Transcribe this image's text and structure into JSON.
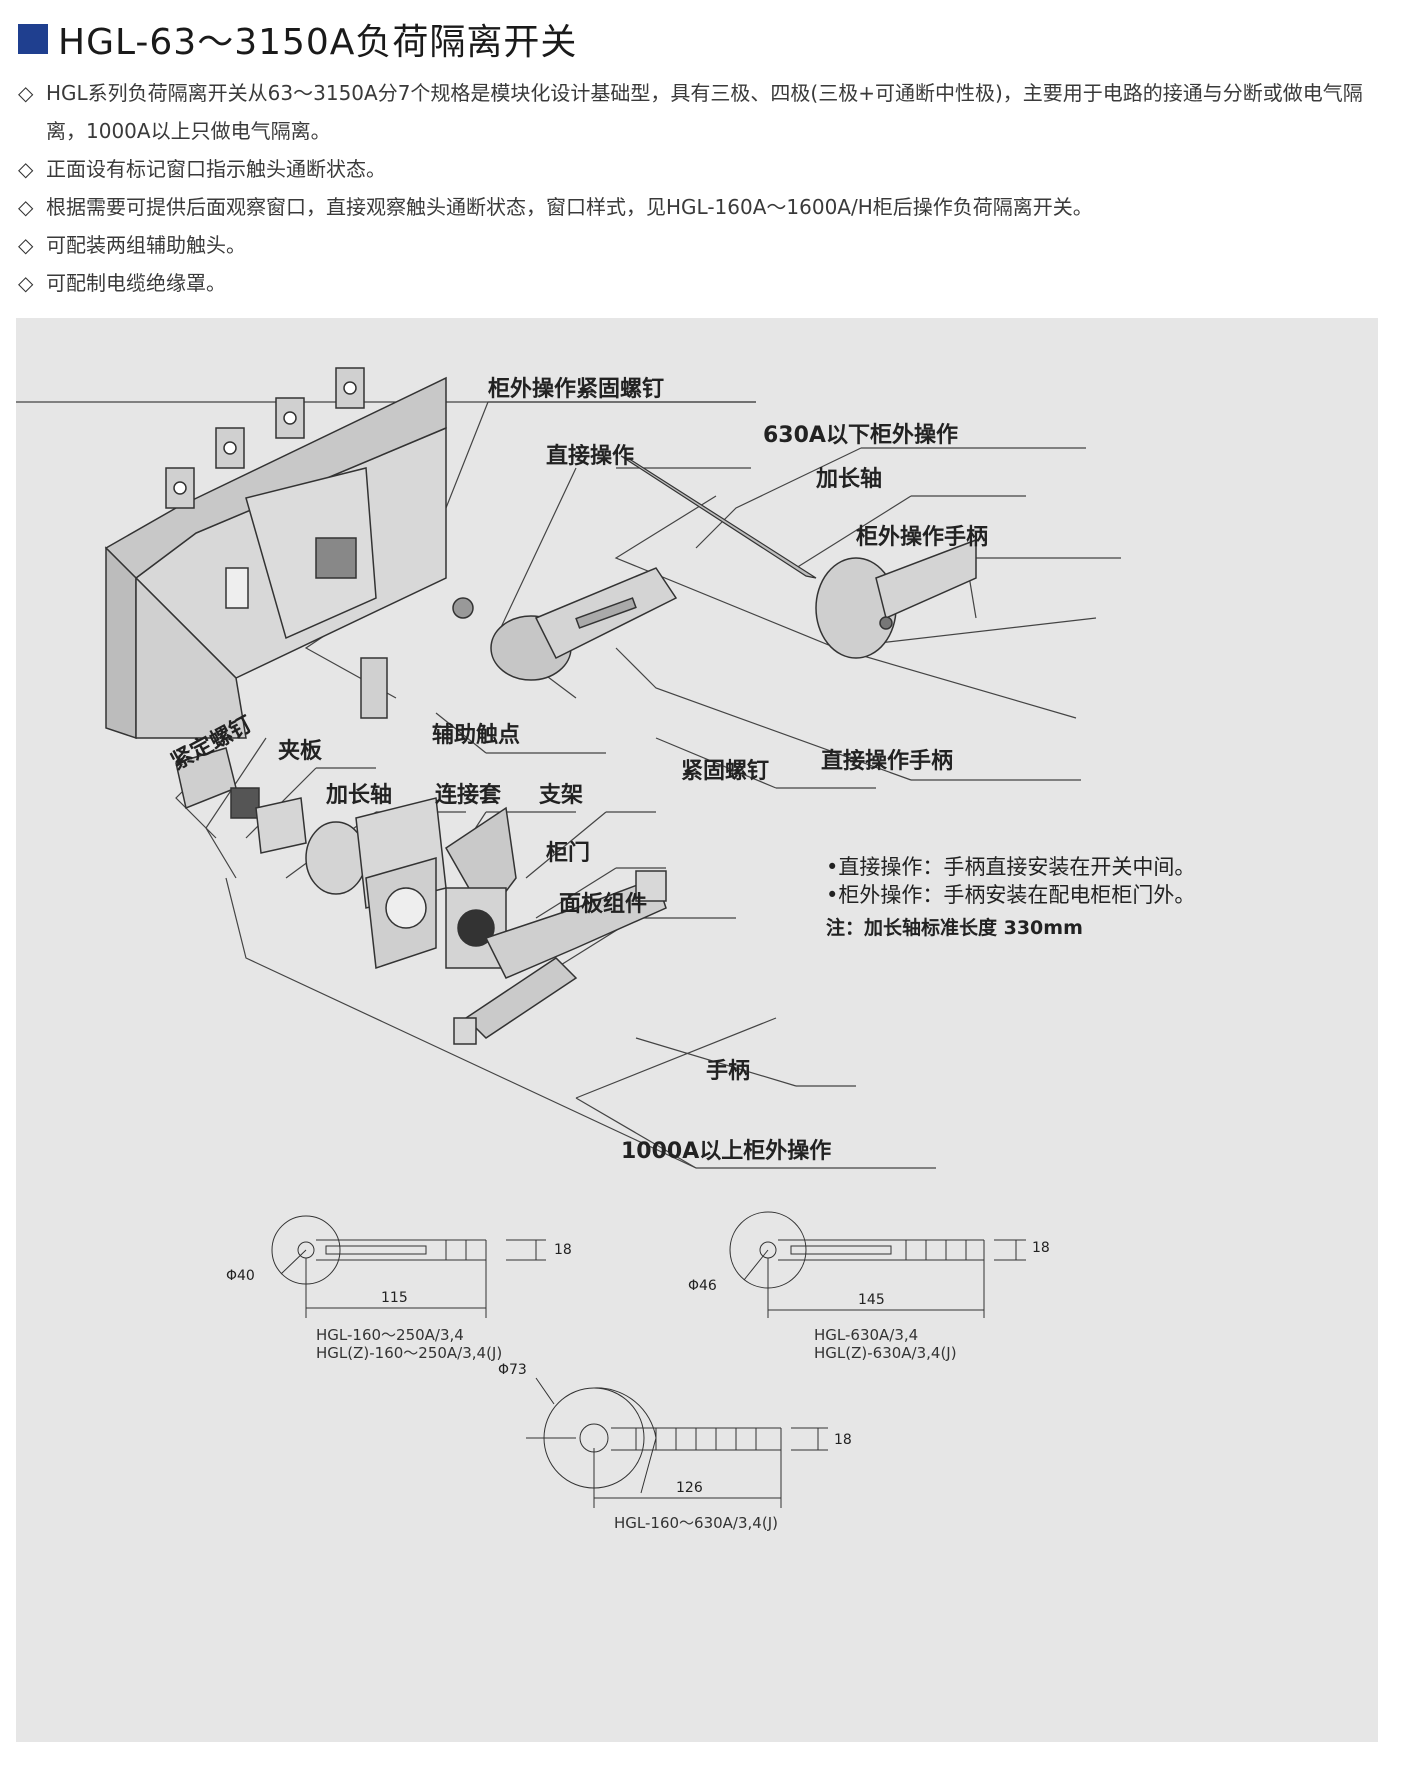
{
  "title": "HGL-63～3150A负荷隔离开关",
  "bullet_mark": "◇",
  "bullets": [
    "HGL系列负荷隔离开关从63～3150A分7个规格是模块化设计基础型，具有三极、四极(三极+可通断中性极)，主要用于电路的接通与分断或做电气隔离，1000A以上只做电气隔离。",
    "正面设有标记窗口指示触头通断状态。",
    "根据需要可提供后面观察窗口，直接观察触头通断状态，窗口样式，见HGL-160A～1600A/H柜后操作负荷隔离开关。",
    "可配装两组辅助触头。",
    "可配制电缆绝缘罩。"
  ],
  "labels": {
    "outside_fix_screw": "柜外操作紧固螺钉",
    "direct_op": "直接操作",
    "outside_op_630": "630A以下柜外操作",
    "ext_shaft_top": "加长轴",
    "outside_handle": "柜外操作手柄",
    "aux_contact": "辅助触点",
    "fix_screw": "紧固螺钉",
    "direct_handle": "直接操作手柄",
    "lock_screw": "紧定螺钉",
    "clamp": "夹板",
    "ext_shaft_bottom": "加长轴",
    "coupling": "连接套",
    "bracket": "支架",
    "cabinet_door": "柜门",
    "panel_assembly": "面板组件",
    "handle": "手柄",
    "outside_op_1000": "1000A以上柜外操作"
  },
  "notes": [
    "•直接操作：手柄直接安装在开关中间。",
    "•柜外操作：手柄安装在配电柜柜门外。",
    "注：加长轴标准长度 330mm"
  ],
  "drawings": [
    {
      "dia": "Φ40",
      "length": "115",
      "width": "18",
      "caption1": "HGL-160～250A/3,4",
      "caption2": "HGL(Z)-160～250A/3,4(J)"
    },
    {
      "dia": "Φ46",
      "length": "145",
      "width": "18",
      "caption1": "HGL-630A/3,4",
      "caption2": "HGL(Z)-630A/3,4(J)"
    },
    {
      "dia": "Φ73",
      "length": "126",
      "width": "18",
      "caption1": "HGL-160～630A/3,4(J)"
    }
  ],
  "colors": {
    "accent": "#1f3f8f",
    "panel_bg": "#e6e6e6",
    "part_fill": "#cfcfcf",
    "part_stroke": "#333333"
  }
}
